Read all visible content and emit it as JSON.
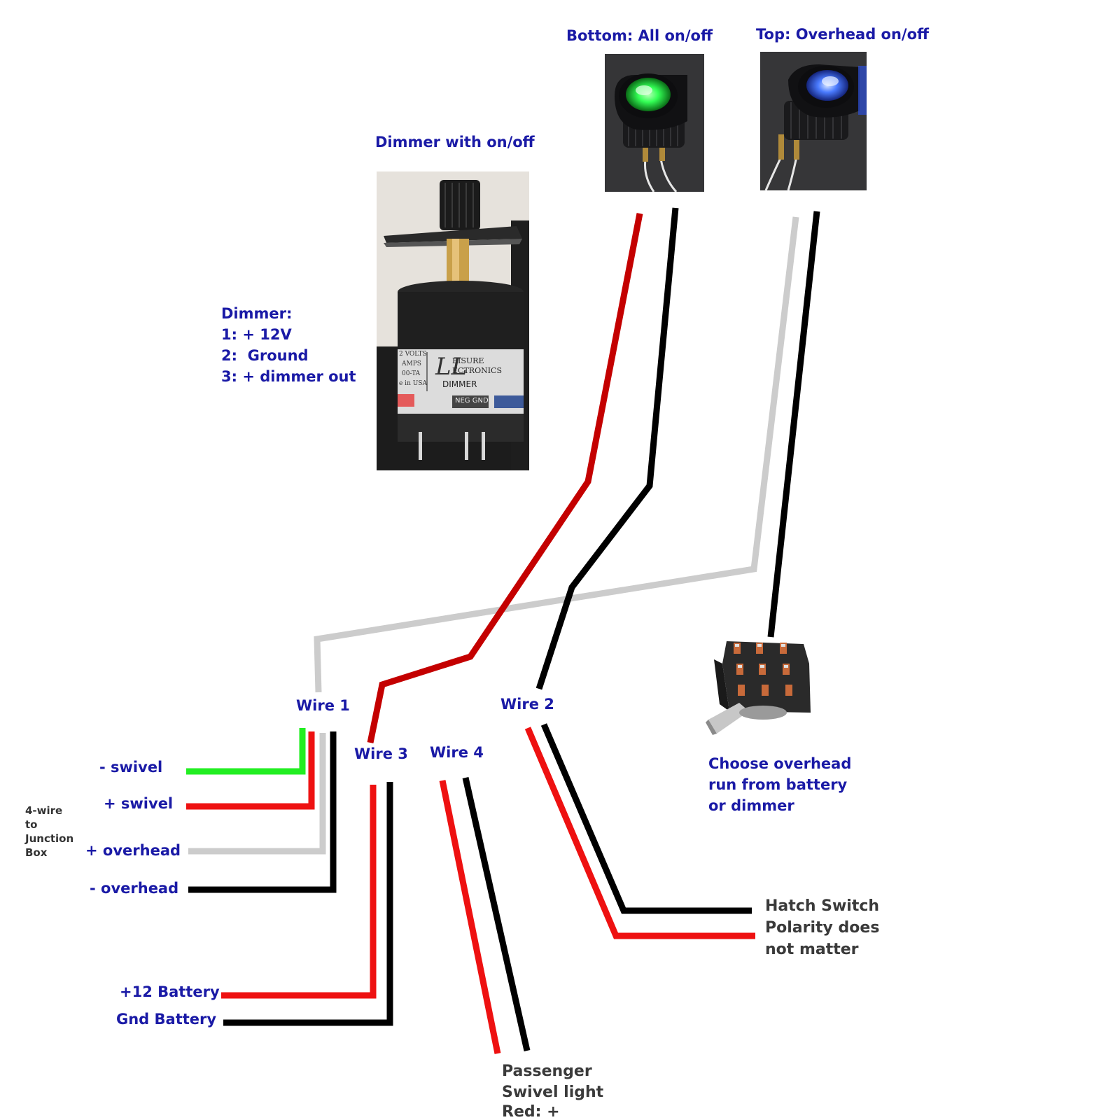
{
  "colors": {
    "label": "#1a1aa6",
    "note": "#3a3a3a",
    "wire_red": "#ee1111",
    "wire_dark_red": "#c40000",
    "wire_black": "#000000",
    "wire_gray": "#cccccc",
    "wire_green": "#22ee22",
    "led_green": "#33ff55",
    "led_blue": "#3366ff"
  },
  "switches": {
    "bottom_label": "Bottom: All on/off",
    "top_label": "Top: Overhead on/off"
  },
  "dimmer": {
    "title": "Dimmer with on/off",
    "pins_heading": "Dimmer:",
    "pin1": "1: + 12V",
    "pin2": "2:  Ground",
    "pin3": "3: + dimmer out",
    "photo_text": {
      "brand_line1": "EISURE",
      "brand_line2": "ECTRONICS",
      "product": "DIMMER",
      "neg_gnd": "NEG GND",
      "volts": "2 VOLTS",
      "amps": "AMPS",
      "model": "00-TA",
      "origin": "e in USA"
    }
  },
  "wires": {
    "wire1": "Wire 1",
    "wire2": "Wire 2",
    "wire3": "Wire 3",
    "wire4": "Wire 4"
  },
  "junction": {
    "note_lines": [
      "4-wire",
      "to",
      "Junction",
      "Box"
    ],
    "minus_swivel": "- swivel",
    "plus_swivel": "+ swivel",
    "plus_overhead": "+ overhead",
    "minus_overhead": "- overhead"
  },
  "battery": {
    "plus12": "+12 Battery",
    "gnd": "Gnd Battery"
  },
  "passenger": {
    "line1": "Passenger",
    "line2": "Swivel light",
    "line3": "Red: +"
  },
  "hatch": {
    "line1": "Hatch Switch",
    "line2": "Polarity does",
    "line3": "not matter"
  },
  "toggle": {
    "line1": "Choose overhead",
    "line2": "run from battery",
    "line3": "or dimmer"
  }
}
